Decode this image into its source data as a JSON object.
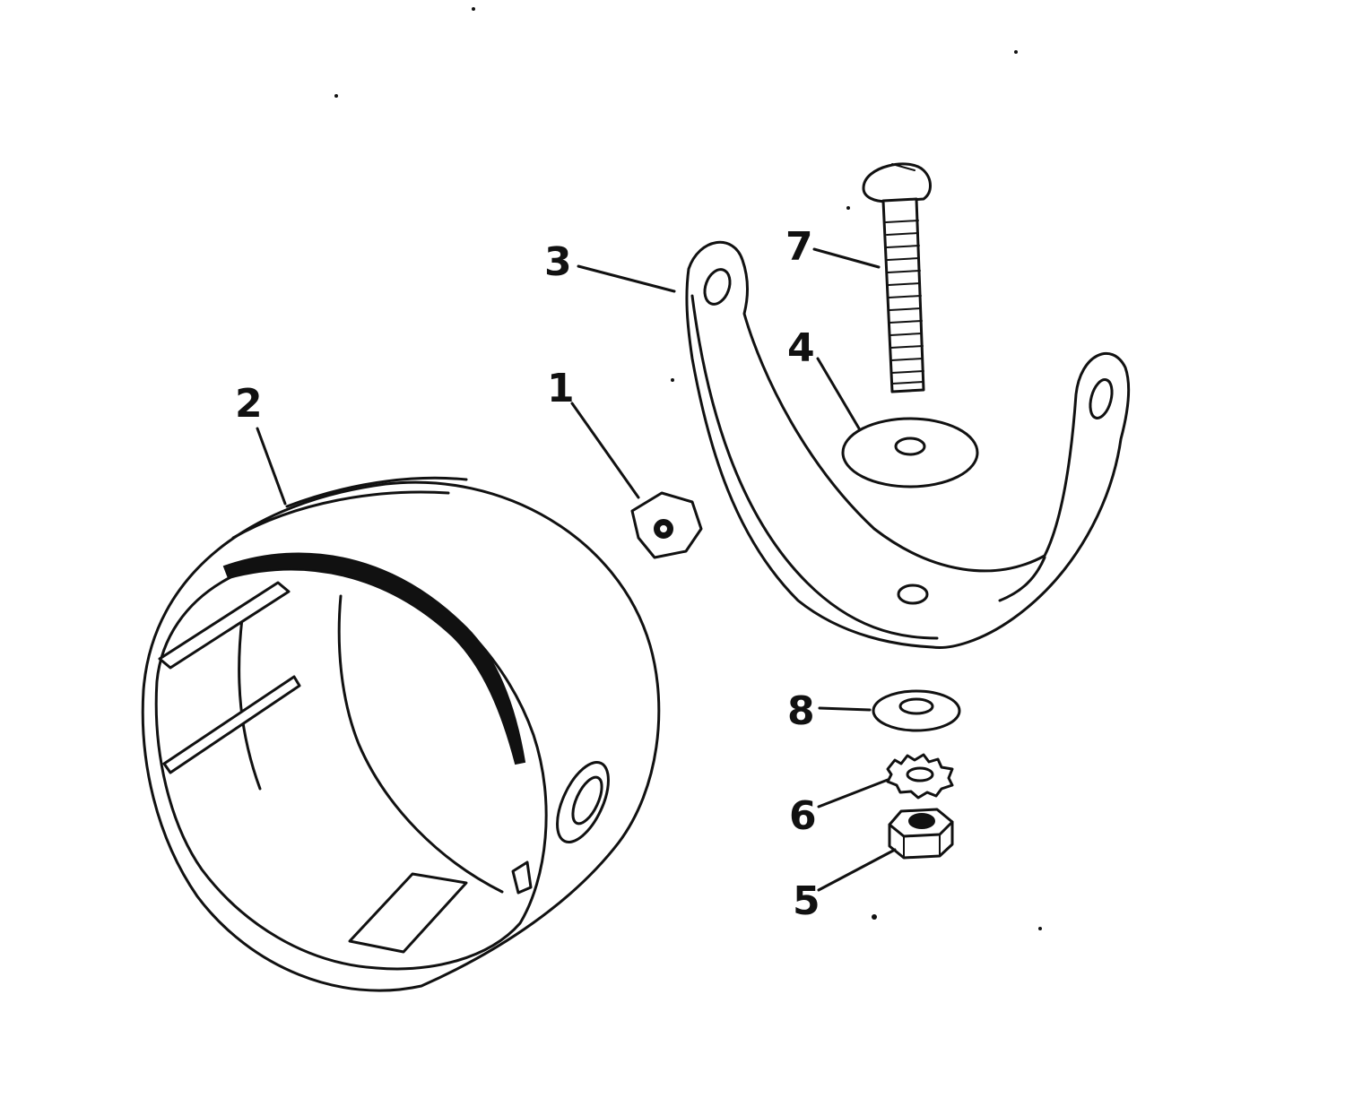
{
  "callouts": [
    {
      "id": "nut",
      "label": "1"
    },
    {
      "id": "housing",
      "label": "2"
    },
    {
      "id": "bracket",
      "label": "3"
    },
    {
      "id": "large-washer",
      "label": "4"
    },
    {
      "id": "hex-nut",
      "label": "5"
    },
    {
      "id": "lock-washer",
      "label": "6"
    },
    {
      "id": "bolt",
      "label": "7"
    },
    {
      "id": "flat-washer",
      "label": "8"
    }
  ],
  "colors": {
    "ink": "#111111",
    "paper": "#ffffff"
  }
}
